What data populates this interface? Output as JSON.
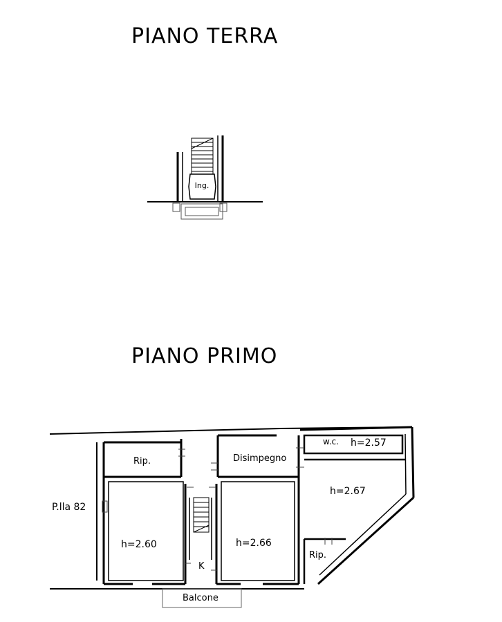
{
  "ground_floor": {
    "title": "PIANO TERRA",
    "entrance_label": "Ing."
  },
  "first_floor": {
    "title": "PIANO PRIMO",
    "neighbor_label": "P.lla 82",
    "rooms": [
      {
        "key": "storage_left",
        "label": "Rip."
      },
      {
        "key": "hallway",
        "label": "Disimpegno"
      },
      {
        "key": "wc",
        "label": "w.c.",
        "height": "h=2.57"
      },
      {
        "key": "room_right",
        "height": "h=2.67"
      },
      {
        "key": "room_left",
        "height": "h=2.60"
      },
      {
        "key": "room_center",
        "height": "h=2.66"
      },
      {
        "key": "storage_right",
        "label": "Rip."
      },
      {
        "key": "kitchenette",
        "label": "K"
      },
      {
        "key": "balcony",
        "label": "Balcone"
      }
    ]
  }
}
